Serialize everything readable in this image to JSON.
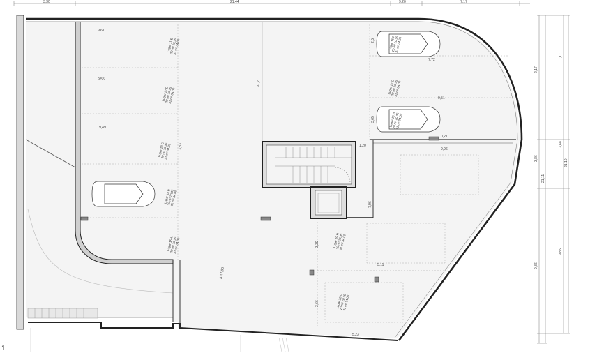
{
  "top_dimensions": [
    "3,30",
    "21,44",
    "9,20",
    "7,17"
  ],
  "right_dimensions": [
    "7,17",
    "2,17",
    "3,68",
    "3,86",
    "21,10",
    "21,11",
    "9,85",
    "9,86"
  ],
  "interior_dimensions": [
    "9,61",
    "9,55",
    "9,49",
    "7,72",
    "9,51",
    "0,21",
    "9,96",
    "1,20",
    "7,96",
    "5,11",
    "5,23",
    "97,2",
    "3,33",
    "3,39",
    "3,66",
    "3,65",
    "2,5"
  ],
  "parking_labels": [
    "Lugar 11 E\n20 m² 10,35\n31 m² 34,00",
    "Lugar 12 D\n20 m² 10,35\n31 m² 34,00",
    "Lugar 13 C\n20 m² 10,35\n31 m² 34,00",
    "Lugar 14 B\n20 m² 10,35\n31 m² 34,00",
    "Lugar 15 A\n20 m² 10,35\n31 m² 34,00",
    "Lugar 16 F\n20 m² 10,35\n31 m² 34,00",
    "Lugar 17 G\n20 m² 10,35\n31 m² 34,00",
    "Lugar 18 H\n20 m² 10,35\n31 m² 34,00",
    "Lugar 19 H\n20 m² 10,35\n31 m² 34,00",
    "Lugar 20 G\n20 m² 10,35\n31 m² 34,00"
  ],
  "area_label": "A 17,80",
  "page_number": "1"
}
